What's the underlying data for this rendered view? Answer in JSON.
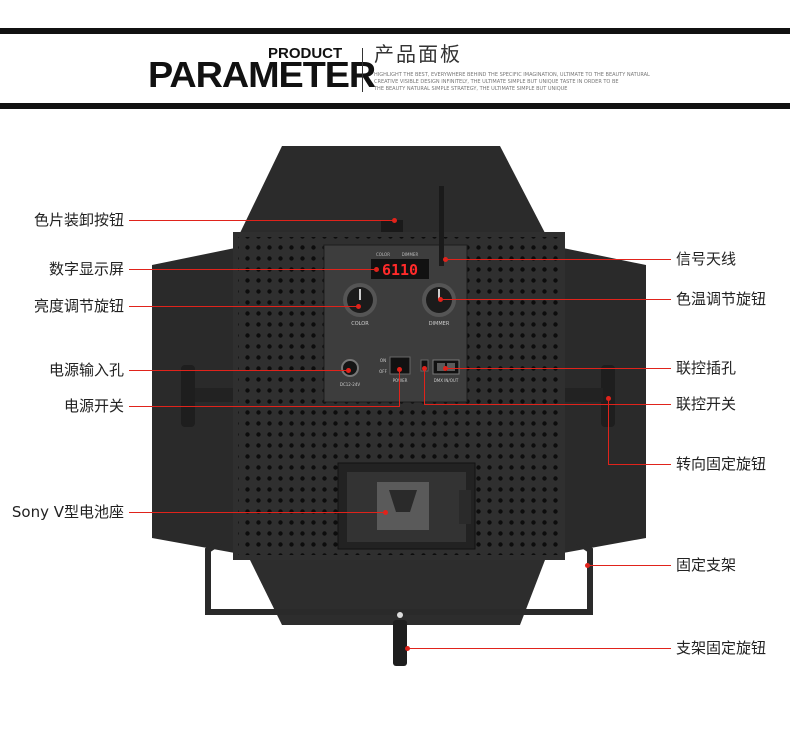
{
  "header": {
    "title_small": "PRODUCT",
    "title_big": "PARAMETER",
    "title_cn": "产品面板",
    "subtitle_lines": [
      "HIGHLIGHT THE BEST, EVERYWHERE BEHIND THE SPECIFIC IMAGINATION, ULTIMATE TO THE BEAUTY NATURAL",
      "CREATIVE VISIBLE DESIGN INFINITELY, THE ULTIMATE SIMPLE BUT UNIQUE TASTE IN ORDER TO BE",
      "THE BEAUTY NATURAL SIMPLE STRATEGY, THE ULTIMATE SIMPLE BUT UNIQUE"
    ]
  },
  "display_value": "6110",
  "panel_labels": {
    "color": "COLOR",
    "dimmer": "DIMMER",
    "dc_in": "DC12-24V",
    "power": "POWER",
    "dmx": "DMX IN/OUT",
    "on": "ON",
    "off": "OFF"
  },
  "callouts_left": [
    {
      "id": "barndoor-knob",
      "text": "色片装卸按钮"
    },
    {
      "id": "digital-display",
      "text": "数字显示屏"
    },
    {
      "id": "brightness-knob",
      "text": "亮度调节旋钮"
    },
    {
      "id": "power-input",
      "text": "电源输入孔"
    },
    {
      "id": "power-switch",
      "text": "电源开关"
    },
    {
      "id": "battery-mount",
      "text": "Sony V型电池座"
    }
  ],
  "callouts_right": [
    {
      "id": "antenna",
      "text": "信号天线"
    },
    {
      "id": "color-temp-knob",
      "text": "色温调节旋钮"
    },
    {
      "id": "control-port",
      "text": "联控插孔"
    },
    {
      "id": "control-switch",
      "text": "联控开关"
    },
    {
      "id": "swivel-knob",
      "text": "转向固定旋钮"
    },
    {
      "id": "bracket",
      "text": "固定支架"
    },
    {
      "id": "bracket-knob",
      "text": "支架固定旋钮"
    }
  ],
  "colors": {
    "accent": "#e0231b",
    "device": "#2b2b2b",
    "panel": "#3a3a3a"
  }
}
